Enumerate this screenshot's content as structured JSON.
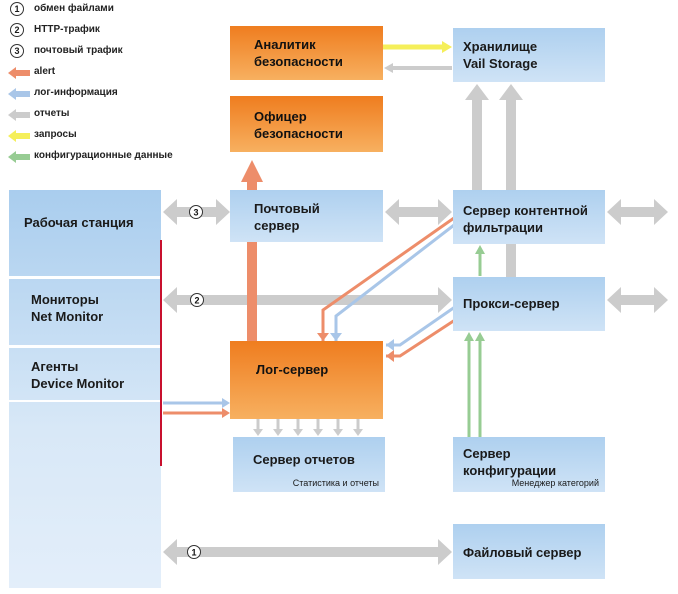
{
  "legend": [
    {
      "type": "number",
      "mark": "1",
      "label": "обмен файлами"
    },
    {
      "type": "number",
      "mark": "2",
      "label": "HTTP-трафик"
    },
    {
      "type": "number",
      "mark": "3",
      "label": "почтовый трафик"
    },
    {
      "type": "arrow",
      "color": "#ed8d6a",
      "label": "alert"
    },
    {
      "type": "arrow",
      "color": "#a9c6e8",
      "label": "лог-информация"
    },
    {
      "type": "arrow",
      "color": "#cccccc",
      "label": "отчеты"
    },
    {
      "type": "arrow",
      "color": "#f5ef5a",
      "label": "запросы"
    },
    {
      "type": "arrow",
      "color": "#97cc93",
      "label": "конфигурационные данные"
    }
  ],
  "nodes": {
    "analyst": "Аналитик\nбезопасности",
    "officer": "Офицер\nбезопасности",
    "storage": "Хранилище\nVail Storage",
    "mail_server": "Почтовый\nсервер",
    "content_filter": "Сервер контентной\nфильтрации",
    "workstation": "Рабочая станция",
    "net_monitor": "Мониторы\nNet Monitor",
    "device_monitor": "Агенты\nDevice Monitor",
    "proxy": "Прокси-сервер",
    "log_server": "Лог-сервер",
    "report_server": "Сервер отчетов",
    "report_server_sub": "Статистика и отчеты",
    "config_server": "Сервер\nконфигурации",
    "config_server_sub": "Менеджер категорий",
    "file_server": "Файловый сервер"
  },
  "connector_marks": {
    "mail": "3",
    "http": "2",
    "file": "1"
  }
}
